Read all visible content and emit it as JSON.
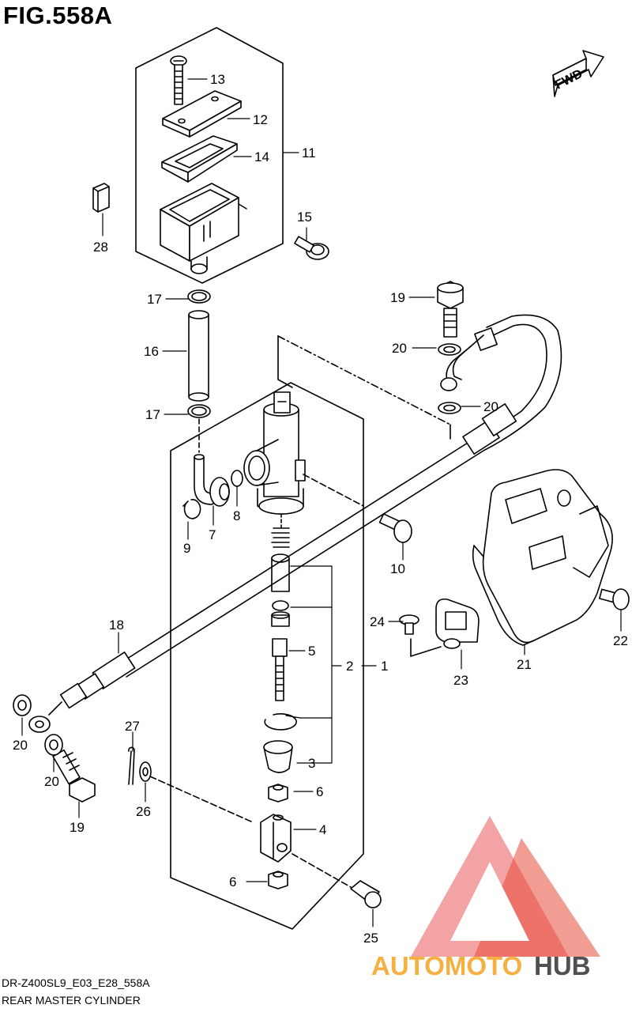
{
  "figure": {
    "title": "FIG.558A",
    "code": "DR-Z400SL9_E03_E28_558A",
    "subtitle": "REAR MASTER CYLINDER",
    "fwd_label": "FWD"
  },
  "callouts": {
    "p1": "1",
    "p2": "2",
    "p3": "3",
    "p4": "4",
    "p5": "5",
    "p6a": "6",
    "p6b": "6",
    "p7": "7",
    "p8": "8",
    "p9": "9",
    "p10": "10",
    "p11": "11",
    "p12": "12",
    "p13": "13",
    "p14": "14",
    "p15": "15",
    "p16": "16",
    "p17a": "17",
    "p17b": "17",
    "p18": "18",
    "p19a": "19",
    "p19b": "19",
    "p20a": "20",
    "p20b": "20",
    "p20c": "20",
    "p20d": "20",
    "p21": "21",
    "p22": "22",
    "p23": "23",
    "p24": "24",
    "p25": "25",
    "p26": "26",
    "p27": "27",
    "p28": "28"
  },
  "watermark": {
    "brand_part1": "AUTOMOTO",
    "brand_part2": "HUB",
    "color_orange": "#f5b041",
    "color_red": "#e74c3c",
    "color_dark": "#505050"
  }
}
